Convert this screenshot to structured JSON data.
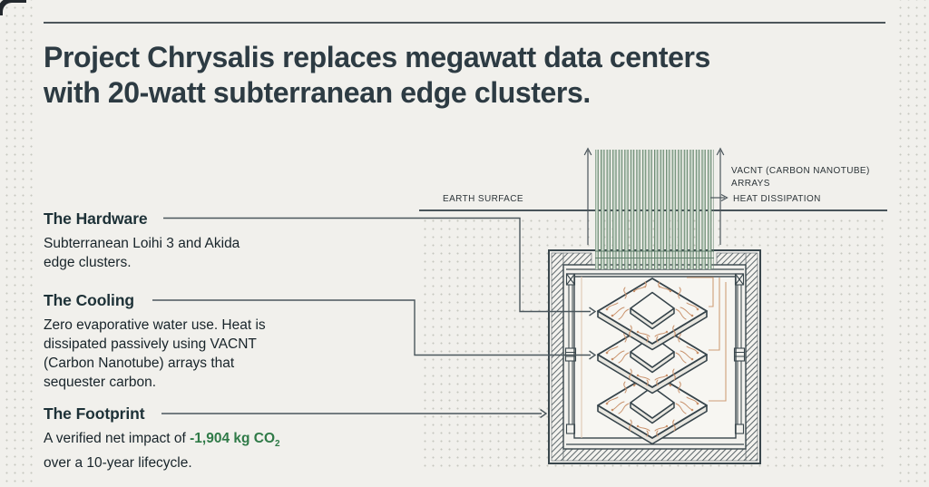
{
  "header": {
    "title_line1": "Project Chrysalis replaces megawatt data centers",
    "title_line2": "with 20-watt subterranean edge clusters."
  },
  "sections": {
    "hardware": {
      "heading": "The Hardware",
      "lines": [
        "Subterranean Loihi 3 and Akida",
        "edge clusters."
      ]
    },
    "cooling": {
      "heading": "The Cooling",
      "lines": [
        "Zero evaporative water use. Heat is",
        "dissipated passively using VACNT",
        "(Carbon Nanotube) arrays that",
        "sequester carbon."
      ]
    },
    "footprint": {
      "heading": "The Footprint",
      "line1_prefix": "A verified net impact of ",
      "value": "-1,904 kg CO",
      "value_subscript": "2",
      "line2": "over a 10-year lifecycle."
    }
  },
  "diagram": {
    "labels": {
      "earth_surface": "EARTH SURFACE",
      "vacnt_line1": "VACNT (CARBON NANOTUBE)",
      "vacnt_line2": "ARRAYS",
      "heat_dissipation": "HEAT DISSIPATION"
    }
  },
  "colors": {
    "background": "#f1f0ec",
    "line_dark": "#39464c",
    "accent_green_text": "#2f7a47",
    "tube_green": "#6e8d7a",
    "trace_orange": "#c9926c"
  }
}
